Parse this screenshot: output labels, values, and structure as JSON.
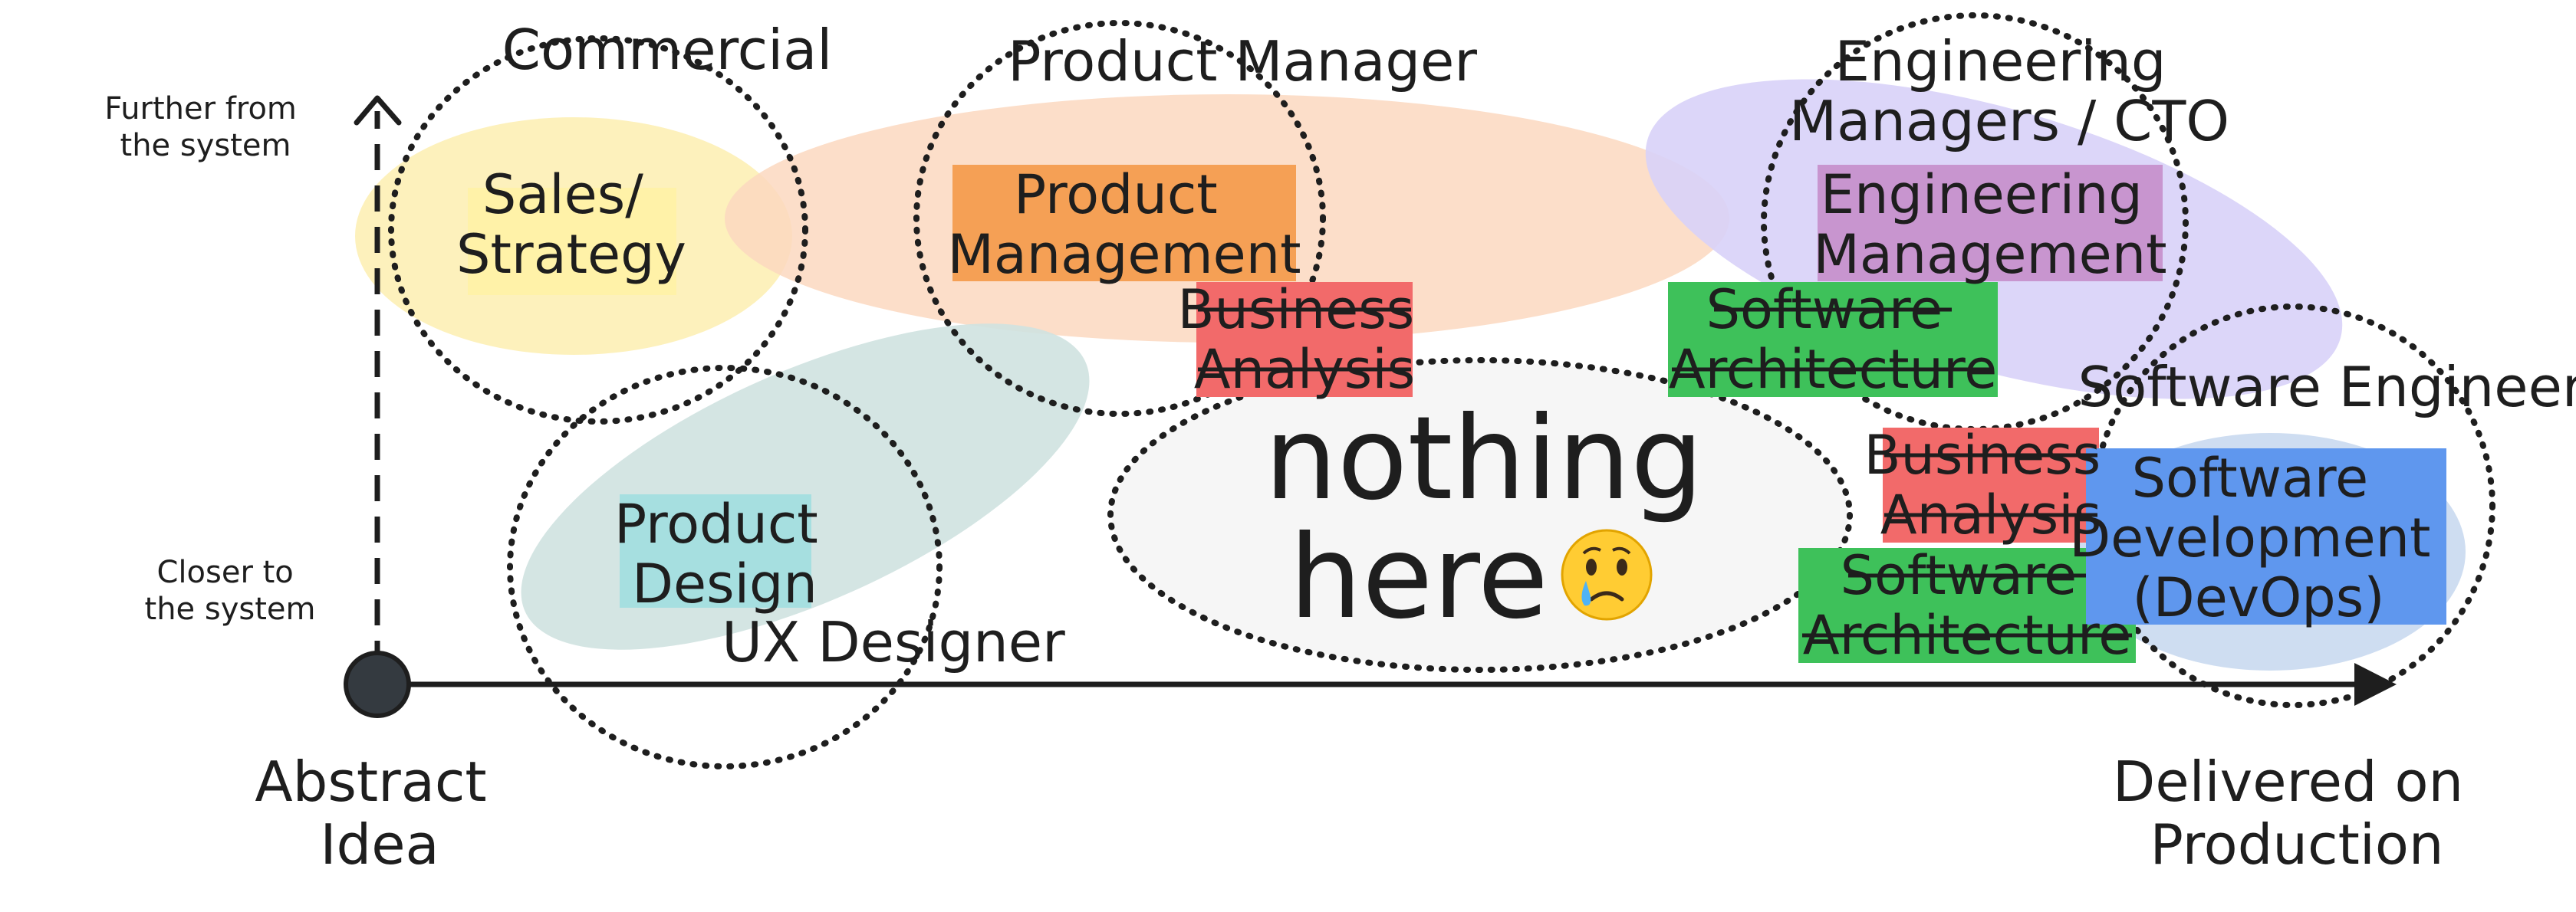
{
  "axes": {
    "y_top_label": [
      "Further from",
      "the system"
    ],
    "y_bottom_label": [
      "Closer to",
      "the system"
    ],
    "x_start_label": [
      "Abstract",
      "Idea"
    ],
    "x_end_label": [
      "Delivered on",
      "Production"
    ]
  },
  "roles": {
    "commercial": [
      "Commercial"
    ],
    "product_manager": [
      "Product Manager"
    ],
    "engineering_managers": [
      "Engineering",
      "Managers / CTO"
    ],
    "ux_designer": [
      "UX Designer"
    ],
    "software_engineer": [
      "Software Engineer"
    ]
  },
  "areas": {
    "sales_strategy": [
      "Sales/",
      "Strategy"
    ],
    "product_management": [
      "Product",
      "Management"
    ],
    "business_analysis_top": [
      "Business",
      "Analysis"
    ],
    "engineering_management": [
      "Engineering",
      "Management"
    ],
    "software_architecture_top": [
      "Software",
      "Architecture"
    ],
    "product_design": [
      "Product",
      "Design"
    ],
    "business_analysis_bottom": [
      "Business",
      "Analysis"
    ],
    "software_architecture_bottom": [
      "Software",
      "Architecture"
    ],
    "software_development": [
      "Software",
      "Development",
      "(DevOps)"
    ]
  },
  "gap": {
    "text": [
      "nothing",
      "here"
    ],
    "emoji": "😢"
  },
  "colors": {
    "sales_zone": "#fdeeb0",
    "product_zone": "#fcd8c0",
    "engineering_zone": "#d8d2f8",
    "design_zone": "#cfe2e0",
    "devops_zone": "#c9d9ef",
    "gap_zone": "#f6f6f6",
    "sales_highlight": "#fff3a3",
    "product_highlight": "#f5a055",
    "business_highlight": "#f26a6a",
    "eng_mgmt_highlight": "#c895cf",
    "architecture_highlight": "#3ec15a",
    "design_highlight": "#a6dfe0",
    "devops_highlight": "#5f97ee"
  }
}
